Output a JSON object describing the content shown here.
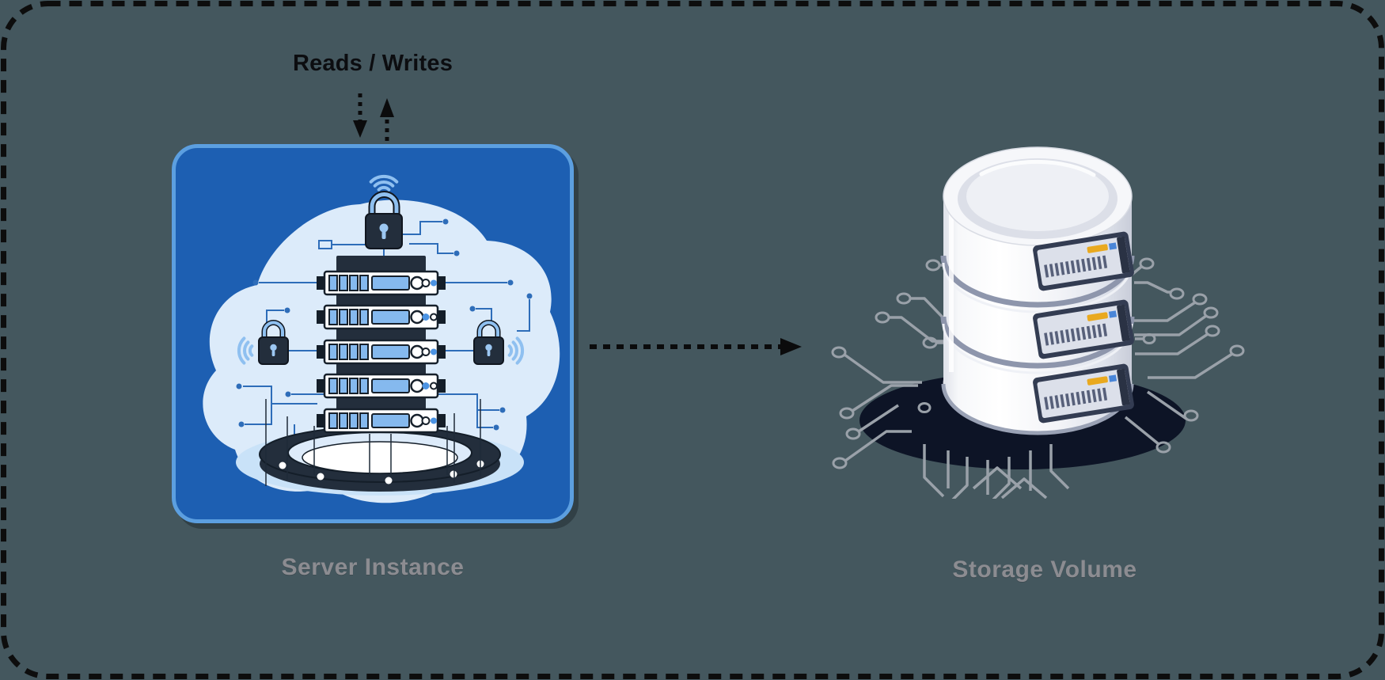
{
  "diagram": {
    "annotations": {
      "reads_writes": "Reads / Writes"
    },
    "nodes": {
      "server": {
        "label": "Server Instance"
      },
      "storage": {
        "label": "Storage Volume"
      }
    },
    "arrows": [
      {
        "id": "reads-writes-down",
        "direction": "down",
        "style": "dashed"
      },
      {
        "id": "reads-writes-up",
        "direction": "up",
        "style": "dashed"
      },
      {
        "id": "server-to-storage",
        "direction": "right",
        "style": "dashed"
      }
    ],
    "colors": {
      "background": "#44575E",
      "border": "#0D0D0D",
      "card_fill": "#1D5FB2",
      "card_border": "#5C9FE0",
      "blob": "#DCEBFA",
      "accent_light_blue": "#8FC0F0",
      "navy": "#232E3C",
      "circuit_blue": "#2E6DB9",
      "label_gray": "#8C8C91",
      "trace_gray": "#9AA1A9",
      "db_shadow": "#0D1426",
      "led_yellow": "#E9A91F"
    }
  }
}
